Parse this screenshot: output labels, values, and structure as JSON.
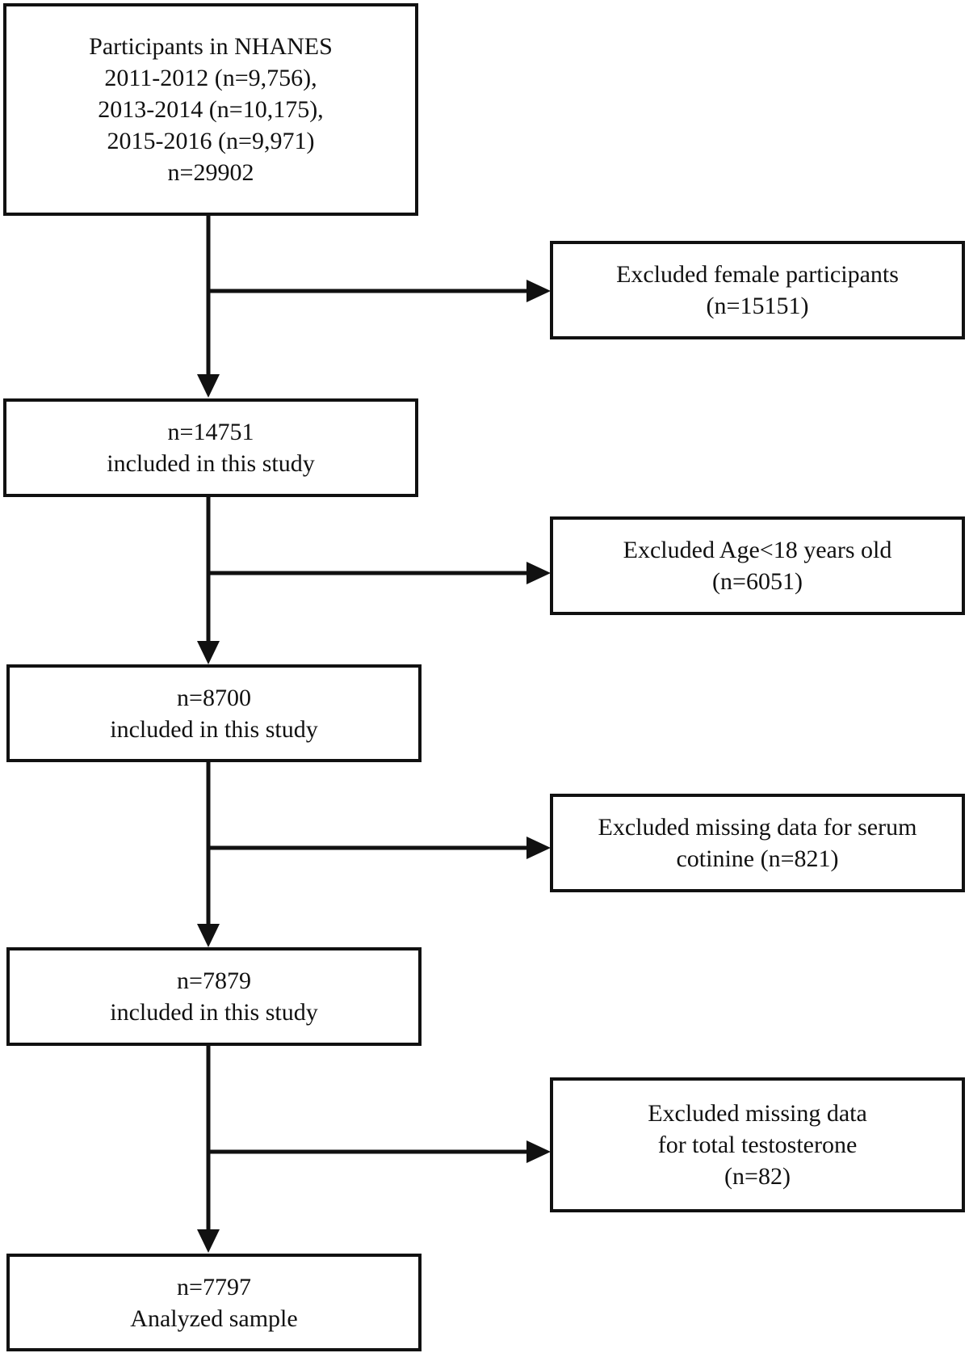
{
  "flowchart": {
    "main": [
      {
        "id": "start",
        "lines": [
          "Participants in NHANES",
          "2011-2012 (n=9,756),",
          "2013-2014 (n=10,175),",
          "2015-2016 (n=9,971)",
          "n=29902"
        ]
      },
      {
        "id": "step1",
        "lines": [
          "n=14751",
          "included in this study"
        ]
      },
      {
        "id": "step2",
        "lines": [
          "n=8700",
          "included in this study"
        ]
      },
      {
        "id": "step3",
        "lines": [
          "n=7879",
          "included in this study"
        ]
      },
      {
        "id": "final",
        "lines": [
          "n=7797",
          "Analyzed sample"
        ]
      }
    ],
    "exclusions": [
      {
        "id": "excl-female",
        "lines": [
          "Excluded female participants",
          "(n=15151)"
        ]
      },
      {
        "id": "excl-age",
        "lines": [
          "Excluded Age<18 years old",
          "(n=6051)"
        ]
      },
      {
        "id": "excl-cotinine",
        "lines": [
          "Excluded missing data for serum",
          "cotinine (n=821)"
        ]
      },
      {
        "id": "excl-testosterone",
        "lines": [
          "Excluded missing data",
          "for total testosterone",
          "(n=82)"
        ]
      }
    ]
  }
}
